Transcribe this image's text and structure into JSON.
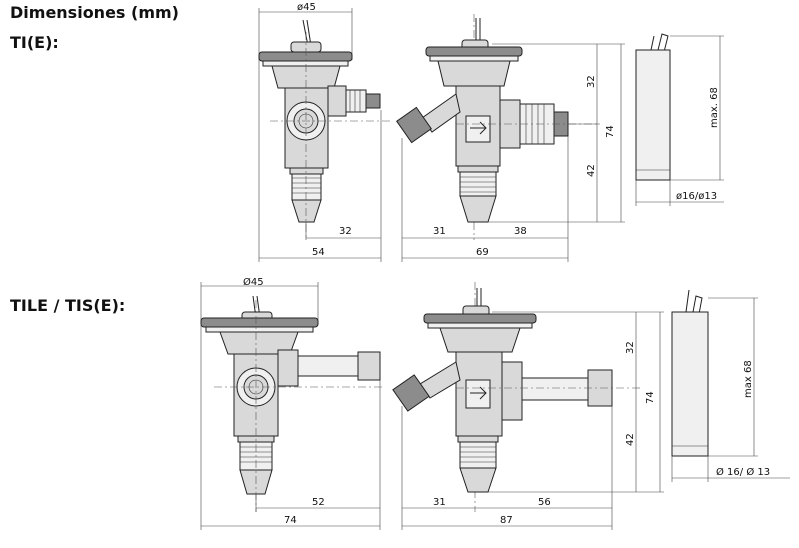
{
  "headings": {
    "title": "Dimensiones (mm)",
    "model_1": "TI(E):",
    "model_2": "TILE / TIS(E):"
  },
  "drawing_1": {
    "side_view": {
      "diameter": "ø45",
      "dim_bottom_inner": "32",
      "dim_bottom_outer": "54"
    },
    "front_view": {
      "dim_left": "31",
      "dim_right": "38",
      "dim_total": "69",
      "dim_upper": "32",
      "dim_lower": "42",
      "dim_height": "74"
    },
    "bulb": {
      "length": "max. 68",
      "diameter": "ø16/ø13"
    }
  },
  "drawing_2": {
    "side_view": {
      "diameter": "Ø45",
      "dim_bottom_inner": "52",
      "dim_bottom_outer": "74"
    },
    "front_view": {
      "dim_left": "31",
      "dim_right": "56",
      "dim_total": "87",
      "dim_upper": "32",
      "dim_lower": "42",
      "dim_height": "74"
    },
    "bulb": {
      "length": "max 68",
      "diameter": "Ø 16/ Ø 13"
    }
  }
}
